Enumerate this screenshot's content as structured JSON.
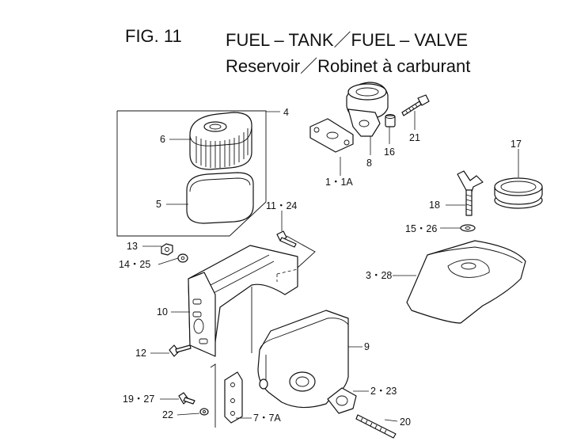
{
  "header": {
    "fig_label": "FIG. 11",
    "title_en": "FUEL – TANK／FUEL – VALVE",
    "title_fr": "Reservoir／Robinet à carburant"
  },
  "callouts": [
    {
      "id": "c4",
      "text": "4"
    },
    {
      "id": "c6",
      "text": "6"
    },
    {
      "id": "c5",
      "text": "5"
    },
    {
      "id": "c1_1a",
      "text": "1・1A"
    },
    {
      "id": "c8",
      "text": "8"
    },
    {
      "id": "c16",
      "text": "16"
    },
    {
      "id": "c21",
      "text": "21"
    },
    {
      "id": "c17",
      "text": "17"
    },
    {
      "id": "c18",
      "text": "18"
    },
    {
      "id": "c15_26",
      "text": "15・26"
    },
    {
      "id": "c3_28",
      "text": "3・28"
    },
    {
      "id": "c11_24",
      "text": "11・24"
    },
    {
      "id": "c13",
      "text": "13"
    },
    {
      "id": "c14_25",
      "text": "14・25"
    },
    {
      "id": "c10",
      "text": "10"
    },
    {
      "id": "c12",
      "text": "12"
    },
    {
      "id": "c9",
      "text": "9"
    },
    {
      "id": "c2_23",
      "text": "2・23"
    },
    {
      "id": "c19_27",
      "text": "19・27"
    },
    {
      "id": "c22",
      "text": "22"
    },
    {
      "id": "c7_7a",
      "text": "7・7A"
    },
    {
      "id": "c20",
      "text": "20"
    }
  ]
}
